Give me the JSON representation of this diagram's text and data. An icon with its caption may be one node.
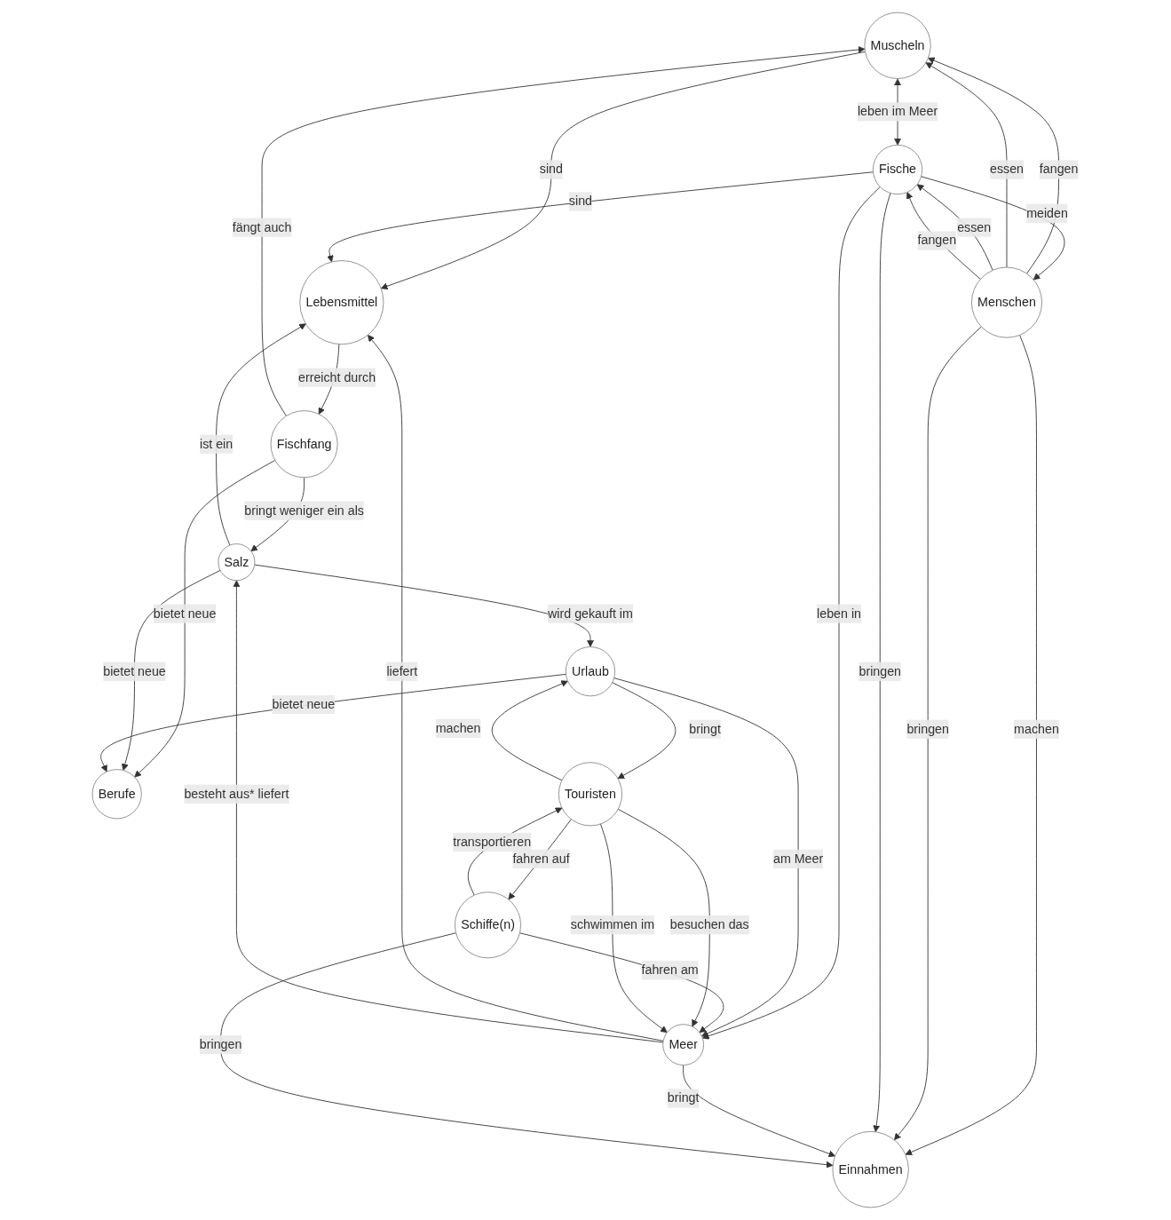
{
  "diagram": {
    "nodes": [
      {
        "text": [
          "Muscheln"
        ]
      },
      {
        "text": [
          "Fischfang"
        ]
      },
      {
        "text": [
          "Menschen"
        ]
      },
      {
        "text": [
          "Lebensmittel"
        ]
      },
      {
        "text": [
          "Berufe"
        ]
      },
      {
        "text": [
          "Fische"
        ]
      },
      {
        "text": [
          "Salz"
        ]
      },
      {
        "text": [
          "Meer"
        ]
      },
      {
        "text": [
          "Einnahmen"
        ]
      },
      {
        "text": [
          "Urlaub"
        ]
      },
      {
        "text": [
          "Schiffe(n)"
        ]
      },
      {
        "text": [
          "Touristen"
        ]
      }
    ],
    "edges": [
      {
        "from": 1,
        "to": 0,
        "arrow": "to",
        "label": "fängt auch"
      },
      {
        "from": 2,
        "to": 0,
        "arrow": "to",
        "label": "fangen"
      },
      {
        "from": 2,
        "to": 0,
        "arrow": "to",
        "label": "essen"
      },
      {
        "from": 0,
        "to": 5,
        "arrow": "both",
        "label": "leben im Meer"
      },
      {
        "from": 0,
        "to": 3,
        "arrow": "to",
        "label": "sind"
      },
      {
        "from": 3,
        "to": 1,
        "arrow": "to",
        "label": "erreicht durch"
      },
      {
        "from": 1,
        "to": 6,
        "arrow": "to",
        "label": "bringt weniger ein als"
      },
      {
        "from": 1,
        "to": 4,
        "arrow": "to",
        "label": "bietet neue"
      },
      {
        "from": 2,
        "to": 5,
        "arrow": "to",
        "label": "essen"
      },
      {
        "from": 2,
        "to": 5,
        "arrow": "to",
        "label": "fangen"
      },
      {
        "from": 5,
        "to": 2,
        "arrow": "to",
        "label": "meiden"
      },
      {
        "from": 2,
        "to": 8,
        "arrow": "to",
        "label": "machen"
      },
      {
        "from": 2,
        "to": 8,
        "arrow": "to",
        "label": "bringen"
      },
      {
        "from": 5,
        "to": 3,
        "arrow": "to",
        "label": "sind"
      },
      {
        "from": 5,
        "to": 7,
        "arrow": "to",
        "label": "leben in"
      },
      {
        "from": 5,
        "to": 8,
        "arrow": "to",
        "label": "bringen"
      },
      {
        "from": 7,
        "to": 3,
        "arrow": "to",
        "label": "liefert"
      },
      {
        "from": 6,
        "to": 3,
        "arrow": "to",
        "label": "ist ein"
      },
      {
        "from": 6,
        "to": 4,
        "arrow": "to",
        "label": "bietet neue"
      },
      {
        "from": 7,
        "to": 6,
        "arrow": "to",
        "label": "besteht aus* liefert"
      },
      {
        "from": 6,
        "to": 9,
        "arrow": "to",
        "label": "wird gekauft im"
      },
      {
        "from": 9,
        "to": 4,
        "arrow": "to",
        "label": "bietet neue"
      },
      {
        "from": 9,
        "to": 7,
        "arrow": "to",
        "label": "am Meer"
      },
      {
        "from": 7,
        "to": 8,
        "arrow": "to",
        "label": "bringt"
      },
      {
        "from": 10,
        "to": 8,
        "arrow": "to",
        "label": "bringen"
      },
      {
        "from": 10,
        "to": 7,
        "arrow": "to",
        "label": "fahren am"
      },
      {
        "from": 11,
        "to": 7,
        "arrow": "to",
        "label": "besuchen das"
      },
      {
        "from": 11,
        "to": 7,
        "arrow": "to",
        "label": "schwimmen im"
      },
      {
        "from": 9,
        "to": 11,
        "arrow": "to",
        "label": "bringt"
      },
      {
        "from": 11,
        "to": 9,
        "arrow": "to",
        "label": "machen"
      },
      {
        "from": 11,
        "to": 10,
        "arrow": "to",
        "label": "fahren auf"
      },
      {
        "from": 10,
        "to": 11,
        "arrow": "to",
        "label": "transportieren"
      }
    ]
  }
}
